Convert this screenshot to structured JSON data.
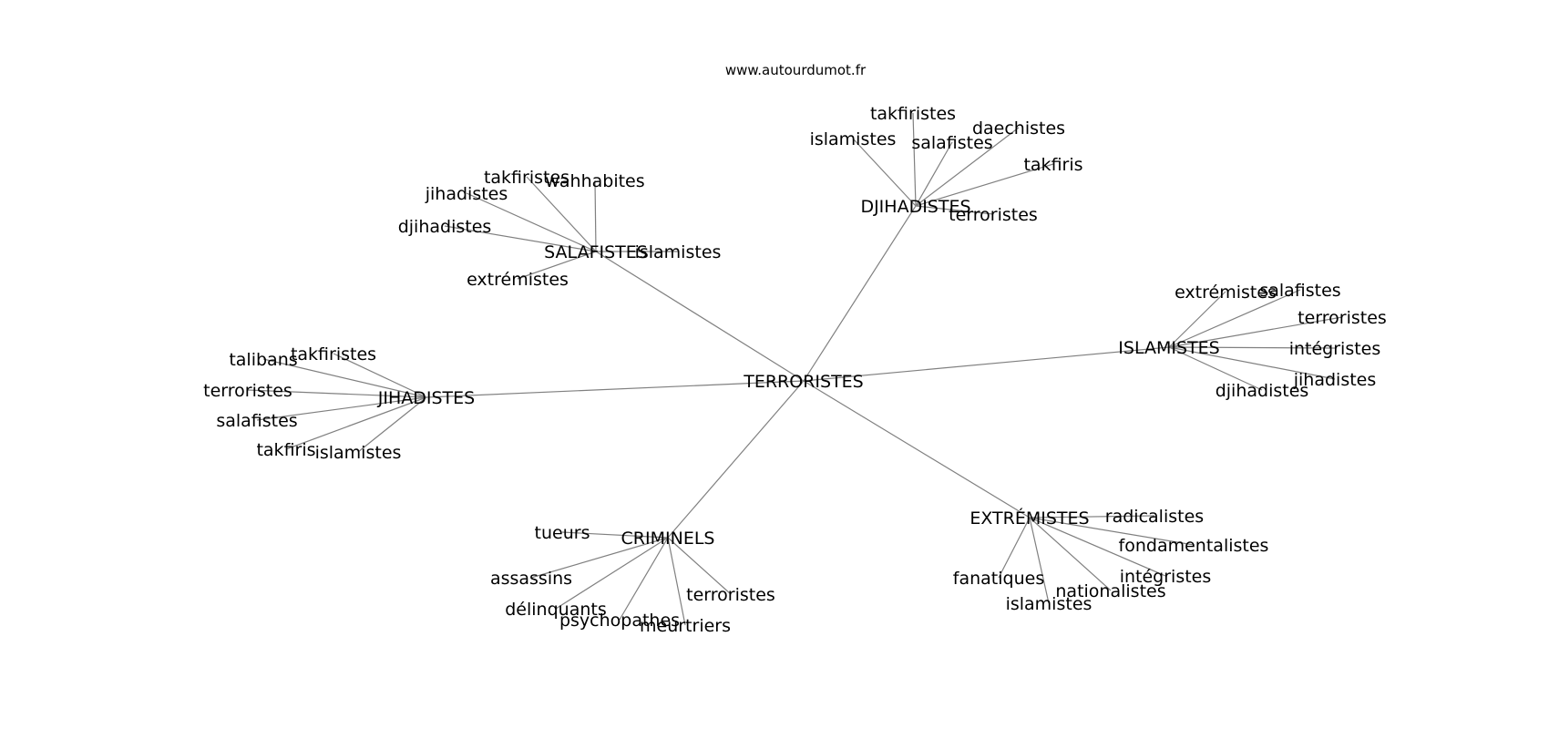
{
  "watermark": "www.autourdumot.fr",
  "graph": {
    "center": {
      "id": "center",
      "label": "TERRORISTES"
    },
    "groups": [
      {
        "id": "salafistes",
        "label": "SALAFISTES",
        "children": [
          {
            "id": "sal-takfiristes",
            "label": "takfiristes"
          },
          {
            "id": "sal-wahhabites",
            "label": "wahhabites"
          },
          {
            "id": "sal-jihadistes",
            "label": "jihadistes"
          },
          {
            "id": "sal-djihadistes",
            "label": "djihadistes"
          },
          {
            "id": "sal-islamistes",
            "label": "islamistes"
          },
          {
            "id": "sal-extremistes",
            "label": "extrémistes"
          }
        ]
      },
      {
        "id": "djihadistes",
        "label": "DJIHADISTES",
        "children": [
          {
            "id": "dji-takfiristes",
            "label": "takfiristes"
          },
          {
            "id": "dji-islamistes",
            "label": "islamistes"
          },
          {
            "id": "dji-salafistes",
            "label": "salafistes"
          },
          {
            "id": "dji-daechistes",
            "label": "daechistes"
          },
          {
            "id": "dji-takfiris",
            "label": "takfiris"
          },
          {
            "id": "dji-terroristes",
            "label": "terroristes"
          }
        ]
      },
      {
        "id": "islamistes",
        "label": "ISLAMISTES",
        "children": [
          {
            "id": "isl-extremistes",
            "label": "extrémistes"
          },
          {
            "id": "isl-salafistes",
            "label": "salafistes"
          },
          {
            "id": "isl-terroristes",
            "label": "terroristes"
          },
          {
            "id": "isl-integristes",
            "label": "intégristes"
          },
          {
            "id": "isl-jihadistes",
            "label": "jihadistes"
          },
          {
            "id": "isl-djihadistes",
            "label": "djihadistes"
          }
        ]
      },
      {
        "id": "jihadistes",
        "label": "JIHADISTES",
        "children": [
          {
            "id": "jih-talibans",
            "label": "talibans"
          },
          {
            "id": "jih-takfiristes",
            "label": "takfiristes"
          },
          {
            "id": "jih-terroristes",
            "label": "terroristes"
          },
          {
            "id": "jih-salafistes",
            "label": "salafistes"
          },
          {
            "id": "jih-takfiris",
            "label": "takfiris"
          },
          {
            "id": "jih-islamistes",
            "label": "islamistes"
          }
        ]
      },
      {
        "id": "criminels",
        "label": "CRIMINELS",
        "children": [
          {
            "id": "cri-tueurs",
            "label": "tueurs"
          },
          {
            "id": "cri-assassins",
            "label": "assassins"
          },
          {
            "id": "cri-delinquants",
            "label": "délinquants"
          },
          {
            "id": "cri-psychopathes",
            "label": "psychopathes"
          },
          {
            "id": "cri-meurtriers",
            "label": "meurtriers"
          },
          {
            "id": "cri-terroristes",
            "label": "terroristes"
          }
        ]
      },
      {
        "id": "extremistes",
        "label": "EXTRÉMISTES",
        "children": [
          {
            "id": "ext-radicalistes",
            "label": "radicalistes"
          },
          {
            "id": "ext-fondamentalistes",
            "label": "fondamentalistes"
          },
          {
            "id": "ext-integristes",
            "label": "intégristes"
          },
          {
            "id": "ext-nationalistes",
            "label": "nationalistes"
          },
          {
            "id": "ext-islamistes",
            "label": "islamistes"
          },
          {
            "id": "ext-fanatiques",
            "label": "fanatiques"
          }
        ]
      }
    ]
  }
}
